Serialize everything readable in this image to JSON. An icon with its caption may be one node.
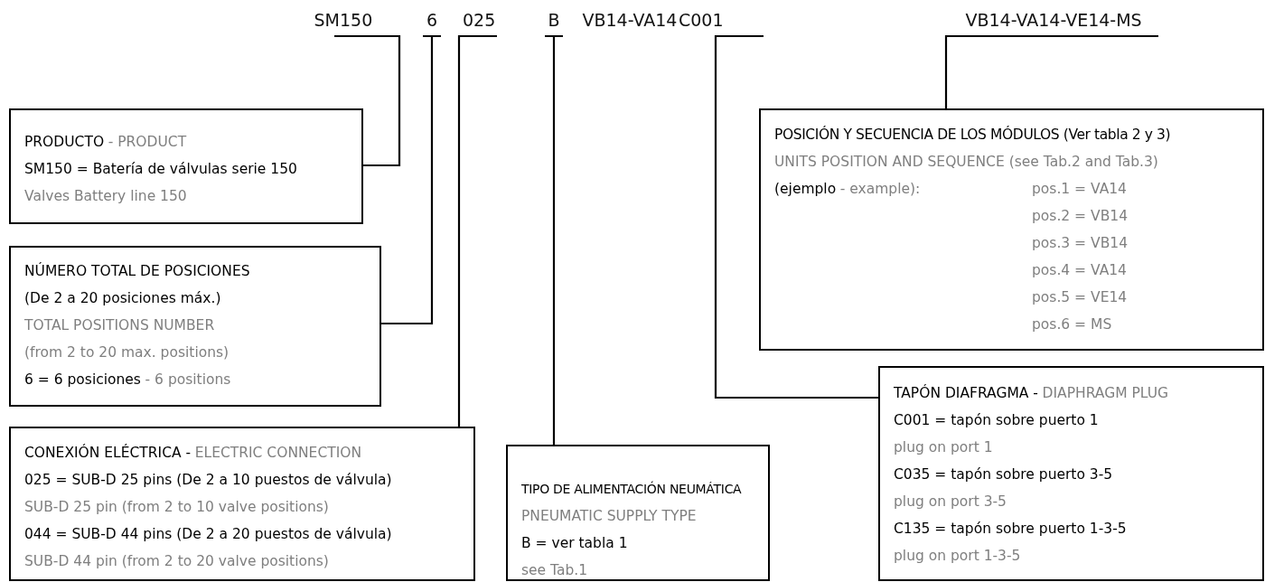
{
  "diagram": {
    "nodes": [
      {
        "text": [
          "SM150"
        ]
      },
      {
        "text": [
          "6"
        ]
      },
      {
        "text": [
          "025"
        ]
      },
      {
        "text": [
          "B"
        ]
      },
      {
        "text": [
          "C001"
        ]
      },
      {
        "text": [
          "VB14-VA14-VE14-MS"
        ]
      },
      {
        "text": [
          "PRODUCTO",
          "- PRODUCT",
          "SM150 = Batería de válvulas serie 150",
          "Valves Battery line 150"
        ]
      },
      {
        "text": [
          "NÚMERO TOTAL DE POSICIONES",
          "(De 2 a 20 posiciones máx.)",
          "TOTAL POSITIONS NUMBER",
          "(from 2 to 20 max. positions)",
          "6 = 6 posiciones",
          "- 6 positions"
        ]
      },
      {
        "text": [
          "CONEXIÓN ELÉCTRICA -",
          "ELECTRIC CONNECTION",
          "025 = SUB-D 25 pins (De 2 a 10 puestos de válvula)",
          "SUB-D 25 pin (from 2 to 10 valve positions)",
          "044 = SUB-D 44 pins (De 2 a 20 puestos de válvula)",
          "SUB-D 44 pin (from 2 to 20 valve positions)"
        ]
      },
      {
        "text": [
          "TIPO DE ALIMENTACIÓN NEUMÁTICA",
          "PNEUMATIC SUPPLY TYPE",
          "B = ver tabla 1",
          "see Tab.1"
        ]
      },
      {
        "text": [
          "TAPÓN DIAFRAGMA -",
          "DIAPHRAGM PLUG",
          "C001 = tapón sobre puerto 1",
          "plug on port 1",
          "C035 = tapón sobre puerto 3-5",
          "plug on port 3-5",
          "C135 = tapón sobre puerto 1-3-5",
          "plug on port 1-3-5"
        ]
      },
      {
        "text": [
          "POSICIÓN Y SECUENCIA DE LOS MÓDULOS (Ver tabla 2 y 3)",
          "UNITS POSITION AND SEQUENCE (see Tab.2 and Tab.3)",
          "(ejemplo",
          "- example):",
          "pos.1 = VA14",
          "pos.2 = VB14",
          "pos.3 = VB14",
          "pos.4 = VA14",
          "pos.5 = VE14",
          "pos.6 = MS"
        ]
      }
    ],
    "edges": [
      {
        "from": 6,
        "to": 0,
        "arrow": "none"
      },
      {
        "from": 7,
        "to": 1,
        "arrow": "none"
      },
      {
        "from": 8,
        "to": 2,
        "arrow": "none"
      },
      {
        "from": 9,
        "to": 3,
        "arrow": "none"
      },
      {
        "from": 10,
        "to": 4,
        "arrow": "none"
      },
      {
        "from": 11,
        "to": 5,
        "arrow": "none"
      }
    ],
    "labels": [
      "VB14-VA14"
    ]
  }
}
